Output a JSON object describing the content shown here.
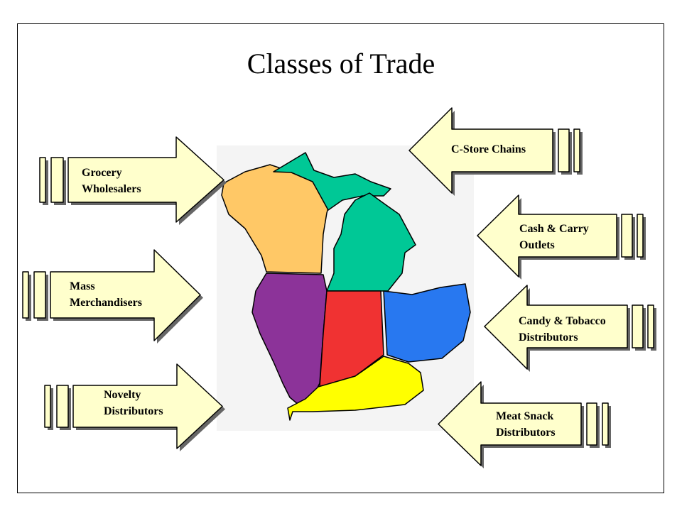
{
  "title": "Classes of Trade",
  "colors": {
    "arrow_fill": "#FFFFCC",
    "wisconsin": "#FFC866",
    "michigan": "#00C896",
    "illinois": "#8C3399",
    "indiana": "#F03232",
    "ohio": "#2878F0",
    "kentucky": "#FFFF00"
  },
  "arrows": [
    {
      "label1": "Grocery",
      "label2": "Wholesalers",
      "direction": "right"
    },
    {
      "label1": "Mass",
      "label2": "Merchandisers",
      "direction": "right"
    },
    {
      "label1": "Novelty",
      "label2": "Distributors",
      "direction": "right"
    },
    {
      "label1": "C-Store Chains",
      "label2": "",
      "direction": "left"
    },
    {
      "label1": "Cash & Carry",
      "label2": "Outlets",
      "direction": "left"
    },
    {
      "label1": "Candy & Tobacco",
      "label2": "Distributors",
      "direction": "left"
    },
    {
      "label1": "Meat Snack",
      "label2": "Distributors",
      "direction": "left"
    }
  ]
}
